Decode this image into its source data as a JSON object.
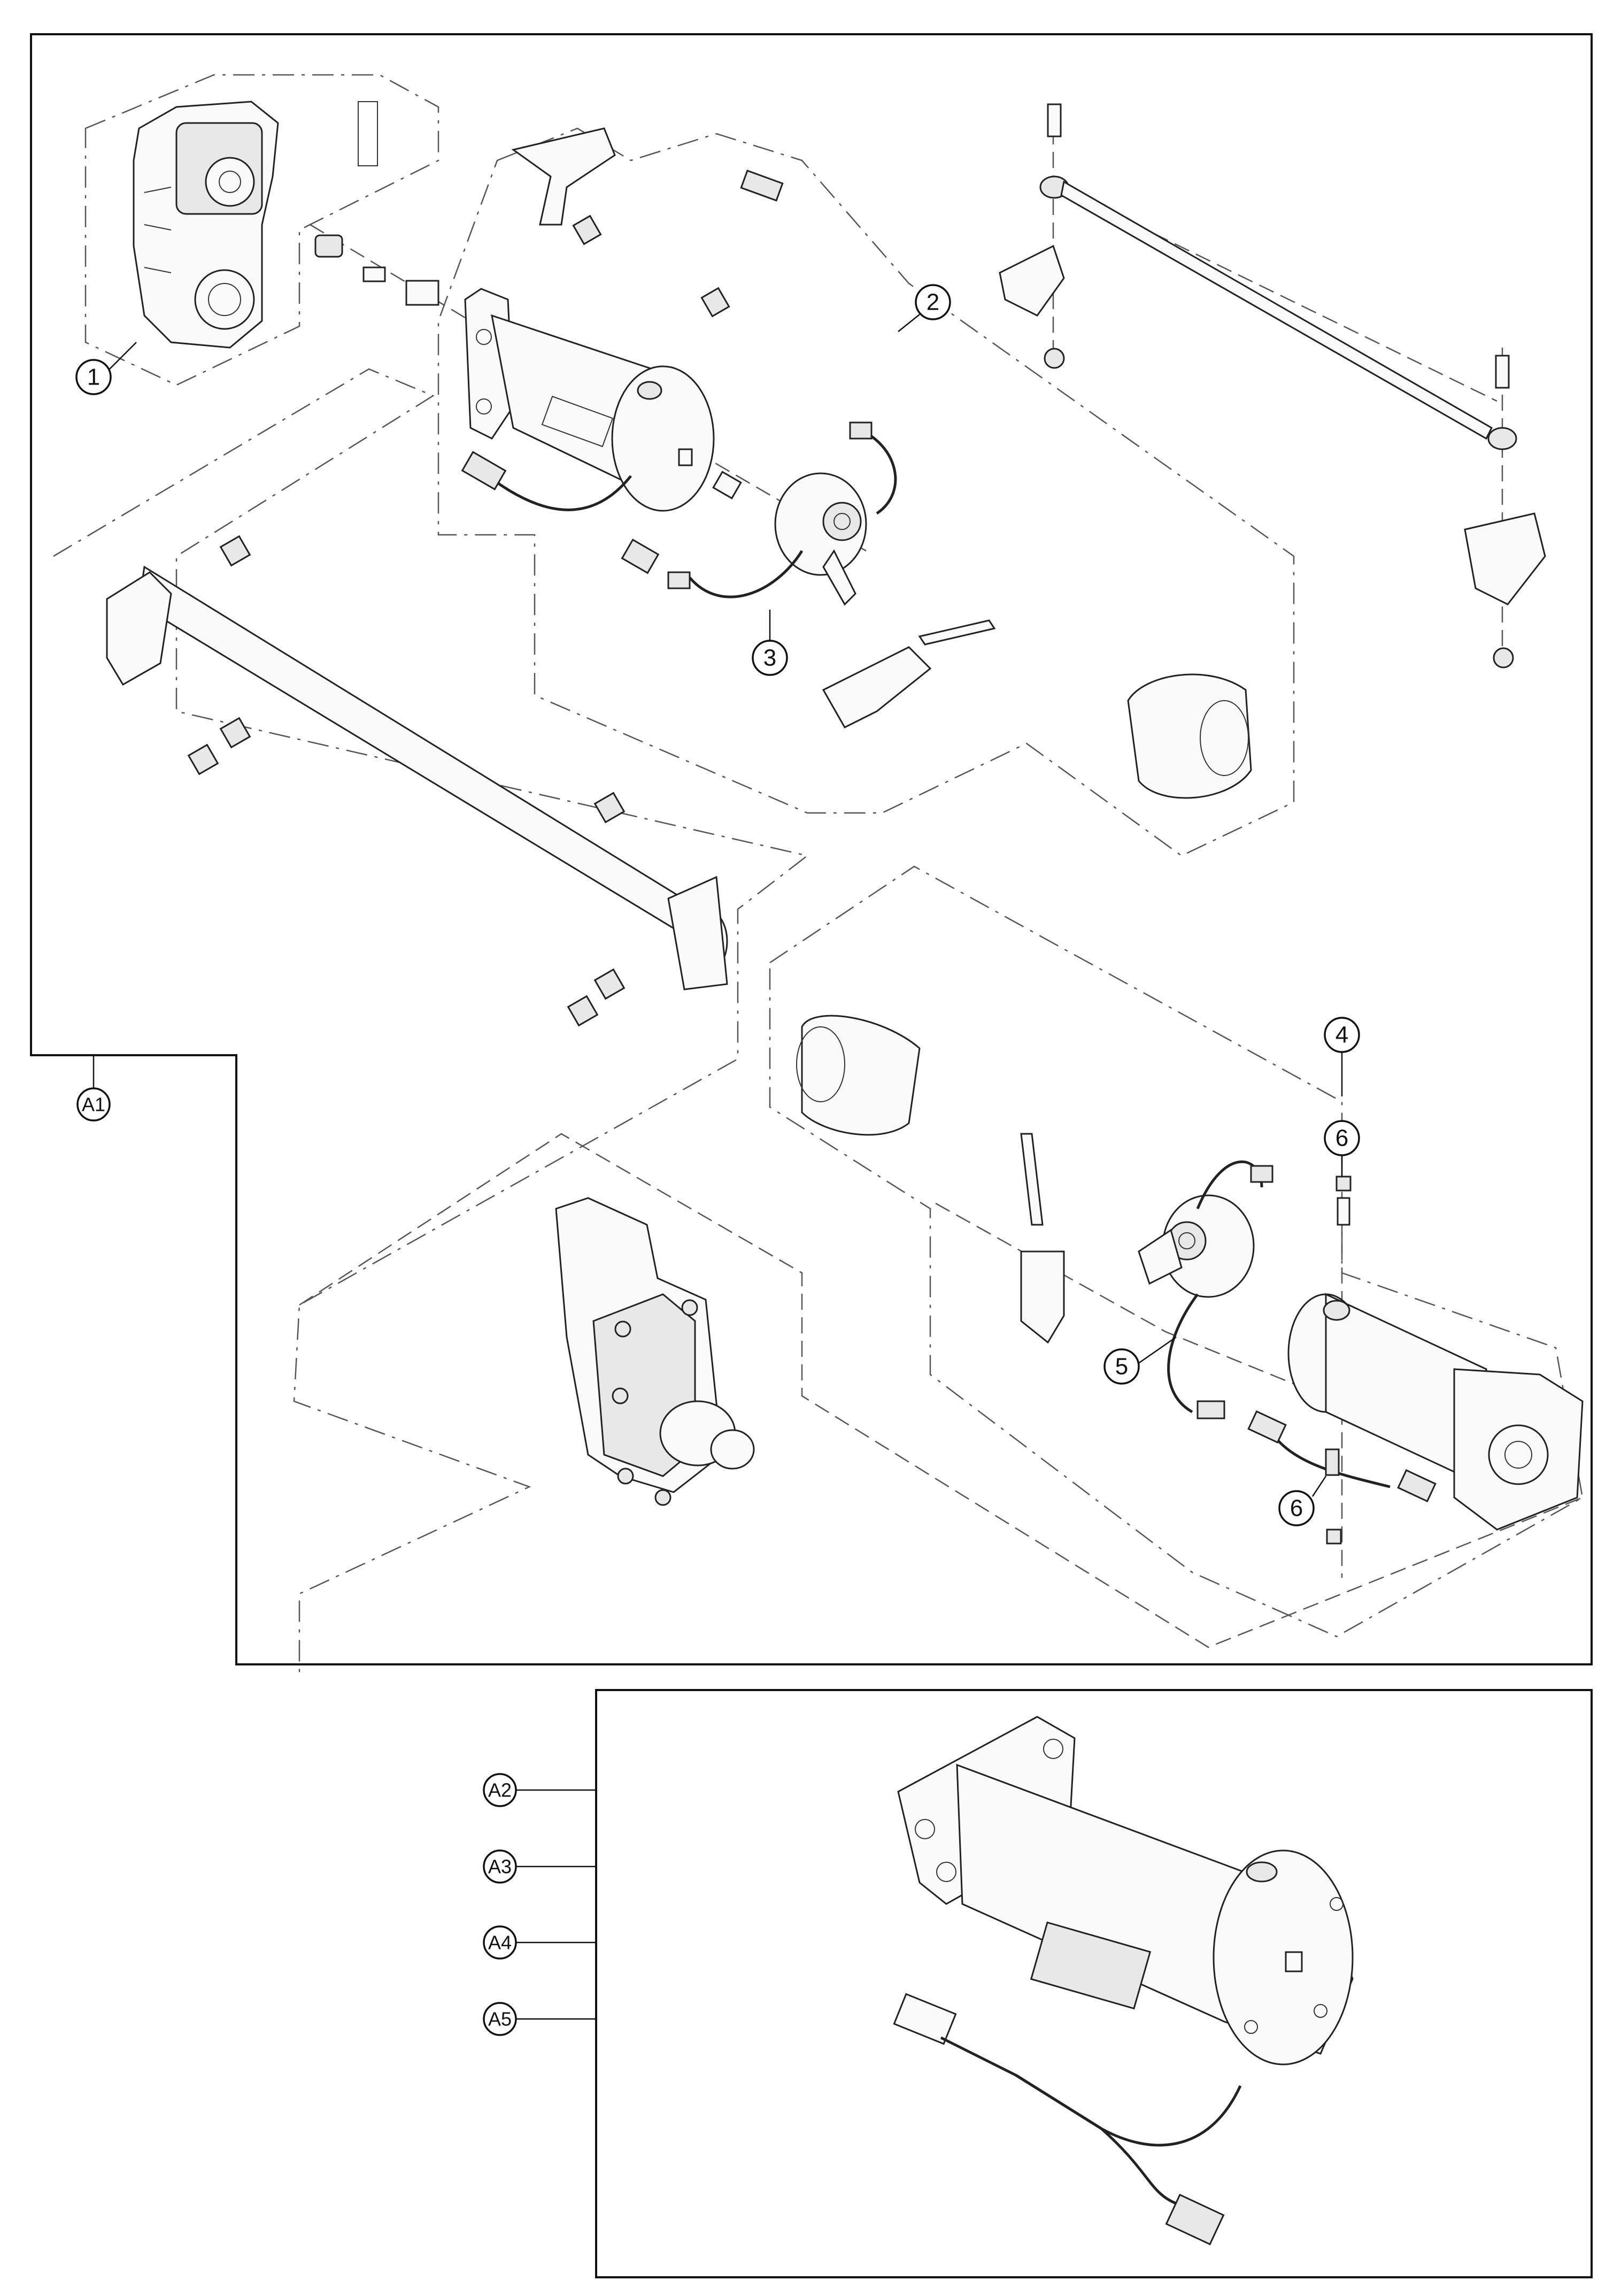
{
  "callouts": {
    "c1": "1",
    "c2": "2",
    "c3": "3",
    "c4": "4",
    "c5": "5",
    "c6a": "6",
    "c6b": "6"
  },
  "assembly_tags": {
    "a1": "A1",
    "a2": "A2",
    "a3": "A3",
    "a4": "A4",
    "a5": "A5"
  }
}
